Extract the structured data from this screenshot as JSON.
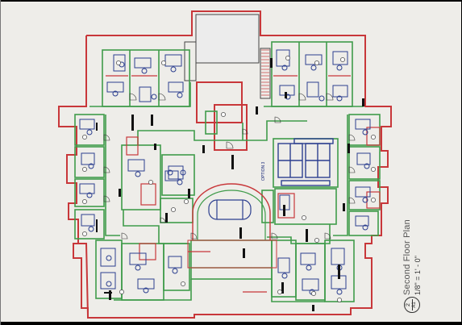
{
  "drawing": {
    "title": "Second Floor Plan",
    "scale": "1/8\" = 1' - 0\"",
    "detail_number": "2",
    "sheet_number": "A1",
    "option_label": "OPTION 3"
  },
  "colors": {
    "sheet": "#eeede9",
    "exterior_wall": "#c8373a",
    "interior_wall": "#3f9b4a",
    "furniture": "#2c3f8f",
    "detail": "#111111"
  },
  "icons": [
    "detail-marker-icon",
    "door-swing-icon",
    "stair-icon",
    "desk-icon",
    "chair-icon"
  ]
}
